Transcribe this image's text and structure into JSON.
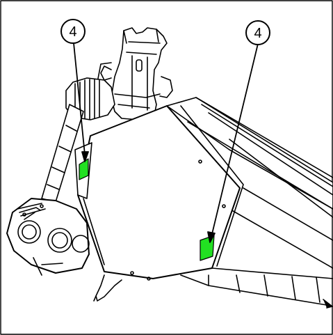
{
  "callouts": [
    {
      "label": "4"
    },
    {
      "label": "4"
    }
  ],
  "colors": {
    "line": "#000000",
    "background": "#ffffff",
    "highlight": "#22e022"
  },
  "icons": {
    "callout_marker": "circled-number",
    "leader": "arrow-leader"
  }
}
